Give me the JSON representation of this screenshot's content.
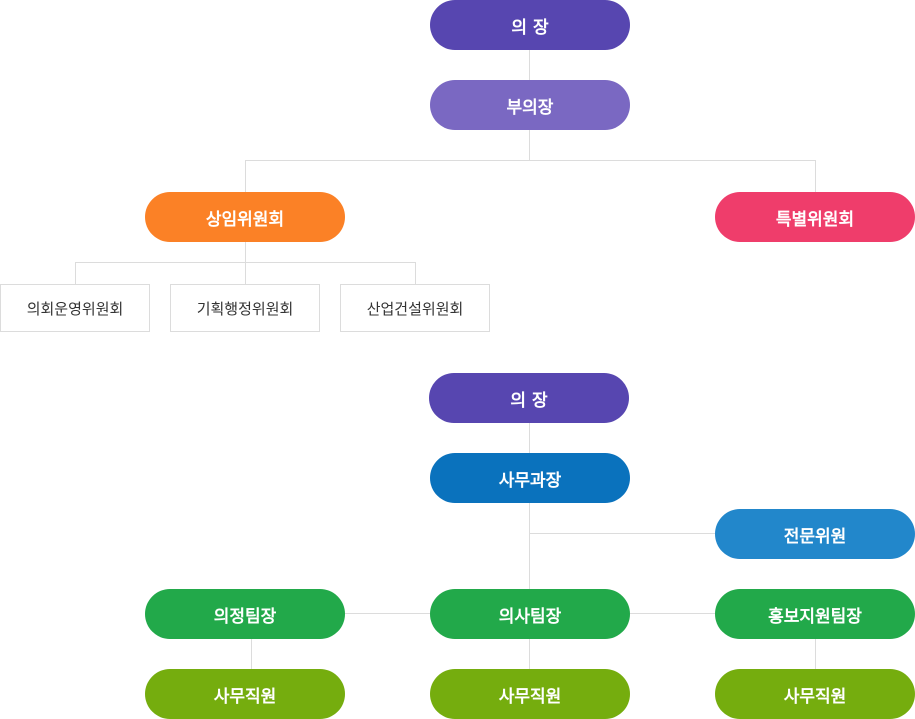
{
  "assembly_chart": {
    "chairman": "의 장",
    "vice_chairman": "부의장",
    "standing_committee": "상임위원회",
    "special_committee": "특별위원회",
    "sub_committees": [
      "의회운영위원회",
      "기획행정위원회",
      "산업건설위원회"
    ]
  },
  "secretariat_chart": {
    "chairman": "의 장",
    "secretariat_head": "사무과장",
    "expert_member": "전문위원",
    "teams": [
      "의정팀장",
      "의사팀장",
      "홍보지원팀장"
    ],
    "staff": [
      "사무직원",
      "사무직원",
      "사무직원"
    ]
  },
  "colors": {
    "chairman": "#5746b0",
    "vice_chairman": "#7a68c2",
    "standing": "#fb8126",
    "special": "#ef3d6b",
    "secretariat_head": "#0a72bd",
    "expert": "#2287cb",
    "team": "#22a94a",
    "staff": "#75ad0e",
    "line": "#dcdcdc"
  }
}
